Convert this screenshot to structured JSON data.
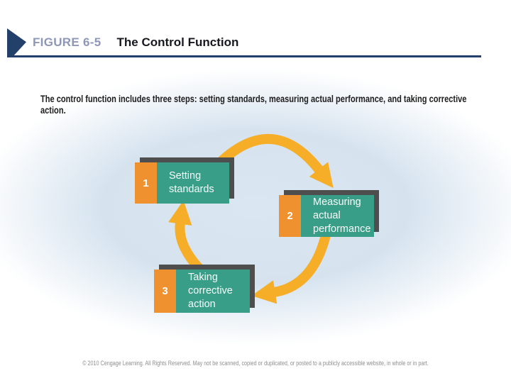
{
  "slide": {
    "header": {
      "figure_label": "FIGURE 6-5",
      "title": "The Control Function"
    },
    "caption": "The control function includes three steps: setting standards, measuring actual performance, and taking corrective action.",
    "diagram": {
      "type": "cycle",
      "steps": [
        {
          "number": "1",
          "label": "Setting standards"
        },
        {
          "number": "2",
          "label": "Measuring actual performance"
        },
        {
          "number": "3",
          "label": "Taking corrective action"
        }
      ],
      "flow": [
        "step 1 to step 2",
        "step 2 to step 3",
        "step 3 to step 1"
      ]
    },
    "footer": "© 2010 Cengage Learning. All Rights Reserved. May not be scanned, copied or duplicated, or posted to a publicly accessible website, in whole or in part.",
    "colors": {
      "header_navy": "#23406B",
      "figure_label_text": "#8F97B7",
      "title_text": "#17171F",
      "step_number_bg": "#F0912F",
      "step_label_bg": "#399E88",
      "box_depth": "#4E4E4E",
      "cycle_arrow": "#F6AD27",
      "background_wash": "#D7E4F0"
    }
  }
}
